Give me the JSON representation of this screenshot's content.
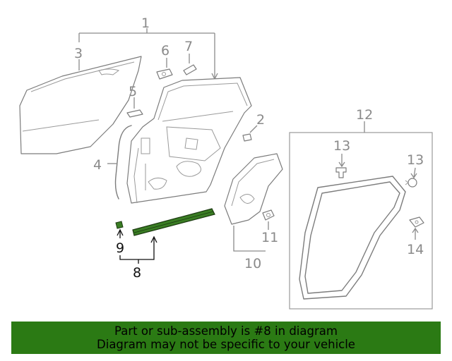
{
  "callouts": {
    "c1": "1",
    "c2": "2",
    "c3": "3",
    "c4": "4",
    "c5": "5",
    "c6": "6",
    "c7": "7",
    "c8": "8",
    "c9": "9",
    "c10": "10",
    "c11": "11",
    "c12": "12",
    "c13a": "13",
    "c13b": "13",
    "c14": "14"
  },
  "highlight": {
    "part_number": "8",
    "color": "#2b7a14"
  },
  "banner": {
    "line1": "Part or sub-assembly is #8 in diagram",
    "line2": "Diagram may not be specific to your vehicle"
  }
}
